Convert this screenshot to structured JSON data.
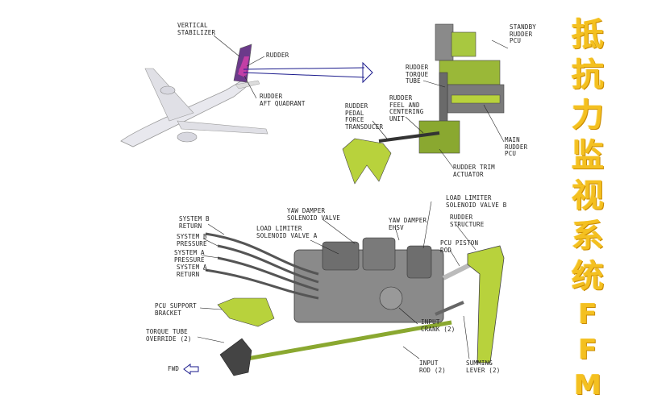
{
  "title_chars": [
    "抵",
    "抗",
    "力",
    "监",
    "视",
    "系",
    "统",
    "F",
    "F",
    "M"
  ],
  "labels": {
    "vertical_stabilizer": "VERTICAL\nSTABILIZER",
    "rudder": "RUDDER",
    "rudder_aft_quadrant": "RUDDER\nAFT QUADRANT",
    "standby_rudder_pcu": "STANDBY\nRUDDER\nPCU",
    "rudder_torque_tube": "RUDDER\nTORQUE\nTUBE",
    "rudder_feel_centering": "RUDDER\nFEEL AND\nCENTERING\nUNIT",
    "rudder_pedal_force": "RUDDER\nPEDAL\nFORCE\nTRANSDUCER",
    "main_rudder_pcu": "MAIN\nRUDDER\nPCU",
    "rudder_trim_actuator": "RUDDER TRIM\nACTUATOR",
    "yaw_damper_solenoid": "YAW DAMPER\nSOLENOID VALVE",
    "load_limiter_b": "LOAD LIMITER\nSOLENOID VALVE B",
    "system_b_return": "SYSTEM B\nRETURN",
    "load_limiter_a": "LOAD LIMITER\nSOLENOID VALVE A",
    "yaw_damper_ehsv": "YAW DAMPER\nEHSV",
    "rudder_structure": "RUDDER\nSTRUCTURE",
    "system_b_pressure": "SYSTEM B\nPRESSURE",
    "system_a_pressure": "SYSTEM A\nPRESSURE",
    "pcu_piston_rod": "PCU PISTON\nROD",
    "system_a_return": "SYSTEM A\nRETURN",
    "pcu_support_bracket": "PCU SUPPORT\nBRACKET",
    "input_crank": "INPUT\nCRANK (2)",
    "torque_tube_override": "TORQUE TUBE\nOVERRIDE (2)",
    "input_rod": "INPUT\nROD (2)",
    "summing_lever": "SUMMING\nLEVER (2)",
    "fwd": "FWD"
  },
  "colors": {
    "accent_green": "#b8d23c",
    "title_yellow": "#f4c020",
    "arrow_navy": "#1a1a8c",
    "rudder_purple": "#8e2a8e"
  },
  "icons": [
    "fwd-arrow-icon"
  ]
}
